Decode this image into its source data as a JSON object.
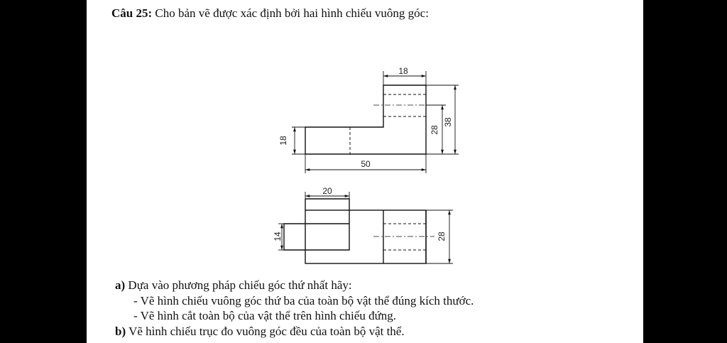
{
  "question": {
    "number_label": "Câu 25:",
    "text": "Cho bản vẽ được xác định bởi hai hình chiếu vuông góc:"
  },
  "drawing": {
    "front_view_dimensions": {
      "top_width": "18",
      "left_height": "18",
      "right_inner_height": "28",
      "right_total_height": "38",
      "bottom_width": "50"
    },
    "top_view_dimensions": {
      "top_width": "20",
      "left_height": "14",
      "right_height": "28"
    }
  },
  "tasks": {
    "a_label": "a)",
    "a_text": "Dựa vào phương pháp chiếu góc thứ nhất hãy:",
    "a_item_1": "-  Vẽ hình chiếu vuông góc thứ ba của toàn bộ vật thể đúng kích thước.",
    "a_item_2": "-  Vẽ hình cắt toàn bộ của vật thể trên hình chiếu đứng.",
    "b_label": "b)",
    "b_text": "Vẽ hình chiếu trục đo vuông góc đều của toàn bộ vật thể."
  }
}
